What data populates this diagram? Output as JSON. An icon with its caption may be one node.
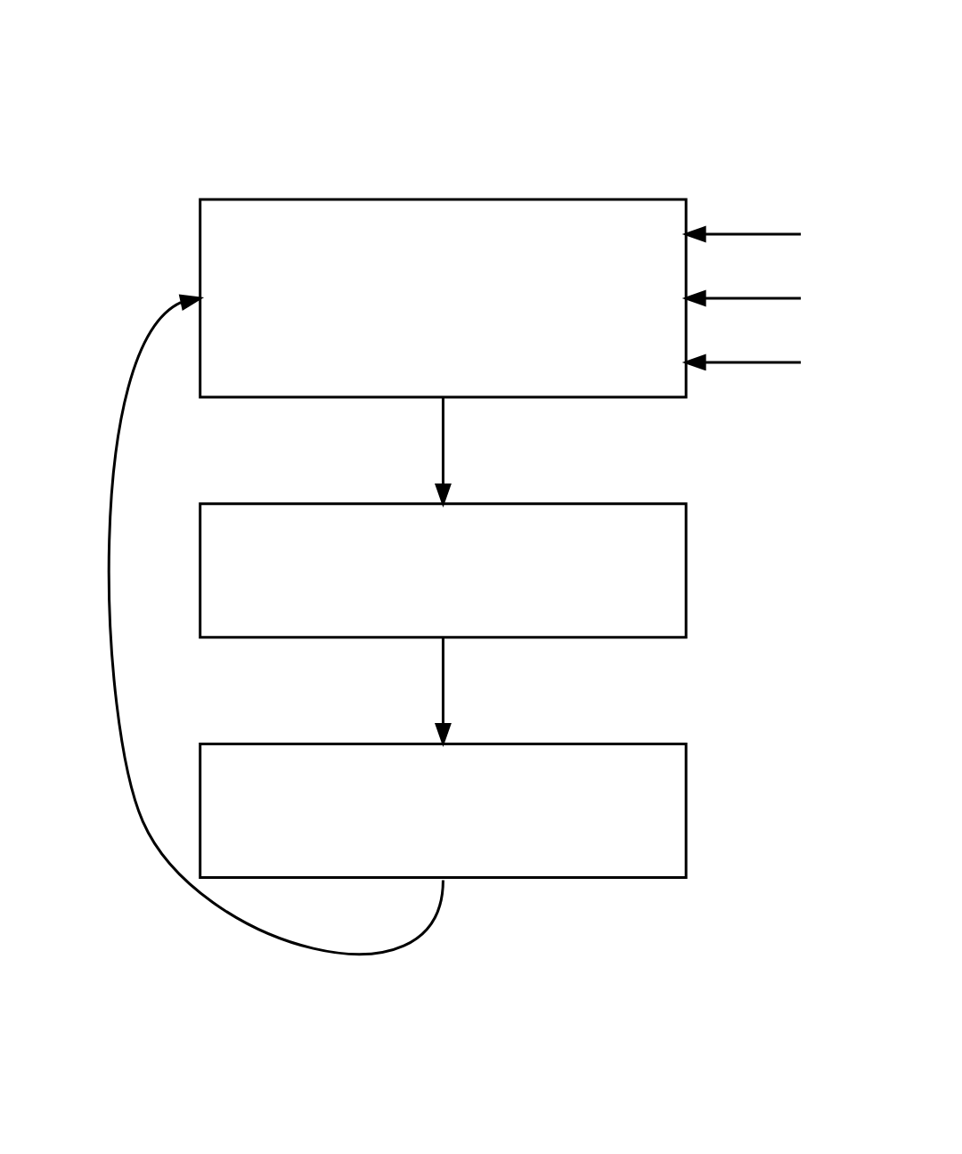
{
  "diagram": {
    "nodes": [
      {
        "text": [],
        "shape": "box"
      },
      {
        "text": [],
        "shape": "box"
      },
      {
        "text": [],
        "shape": "box"
      }
    ],
    "edges": [
      {
        "from": 0,
        "to": 1,
        "arrow": "to"
      },
      {
        "from": 1,
        "to": 2,
        "arrow": "to"
      },
      {
        "from": 2,
        "to": 0,
        "arrow": "to"
      },
      {
        "from": null,
        "to": 0,
        "arrow": "to"
      },
      {
        "from": null,
        "to": 0,
        "arrow": "to"
      },
      {
        "from": null,
        "to": 0,
        "arrow": "to"
      }
    ]
  }
}
